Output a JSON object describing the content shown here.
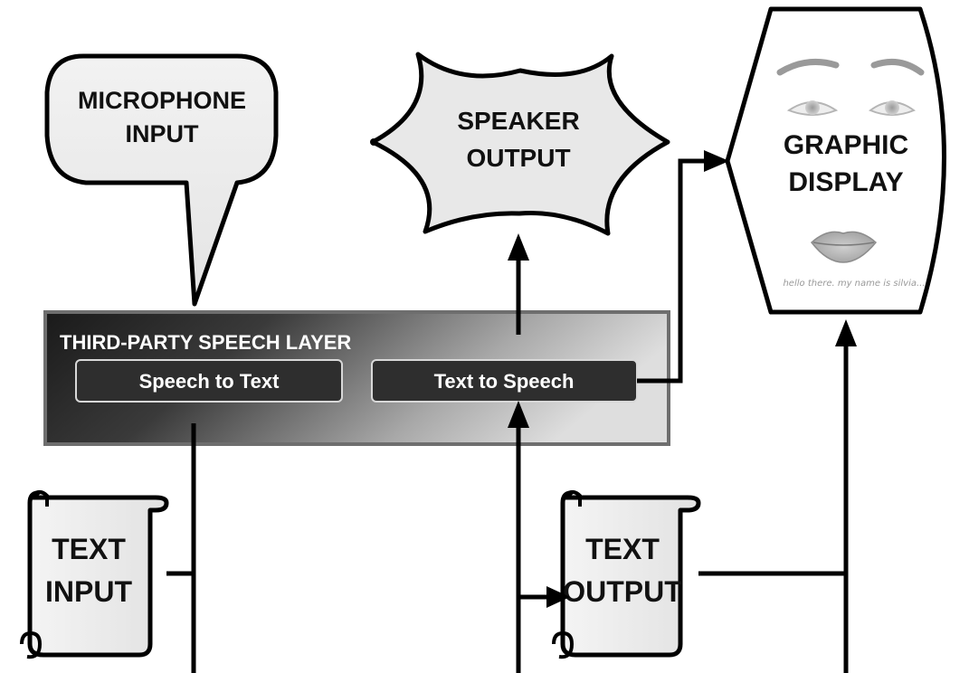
{
  "microphone": {
    "line1": "MICROPHONE",
    "line2": "INPUT"
  },
  "speaker": {
    "line1": "SPEAKER",
    "line2": "OUTPUT"
  },
  "graphic_display": {
    "line1": "GRAPHIC",
    "line2": "DISPLAY",
    "caption": "hello there.  my name is silvia..."
  },
  "speech_layer": {
    "title": "THIRD-PARTY SPEECH LAYER",
    "speech_to_text": "Speech to Text",
    "text_to_speech": "Text to Speech"
  },
  "text_input": {
    "line1": "TEXT",
    "line2": "INPUT"
  },
  "text_output": {
    "line1": "TEXT",
    "line2": "OUTPUT"
  }
}
